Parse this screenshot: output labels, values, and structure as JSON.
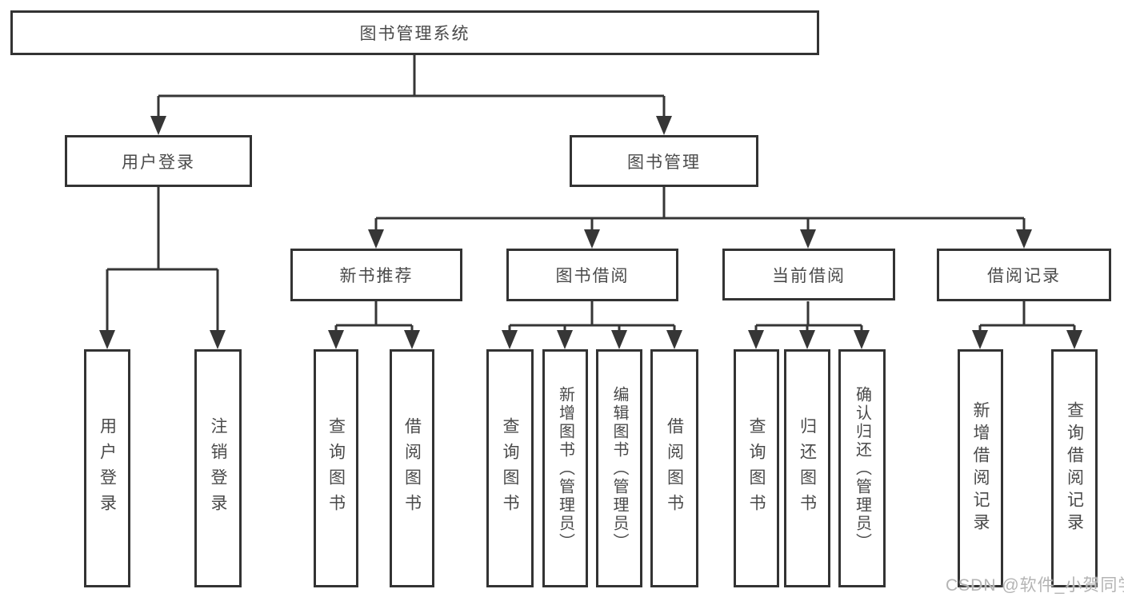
{
  "tree": {
    "label": "图书管理系统",
    "children": [
      {
        "label": "用户登录",
        "children": [
          {
            "label": "用户登录"
          },
          {
            "label": "注销登录"
          }
        ]
      },
      {
        "label": "图书管理",
        "children": [
          {
            "label": "新书推荐",
            "children": [
              {
                "label": "查询图书"
              },
              {
                "label": "借阅图书"
              }
            ]
          },
          {
            "label": "图书借阅",
            "children": [
              {
                "label": "查询图书"
              },
              {
                "label": "新增图书（管理员）"
              },
              {
                "label": "编辑图书（管理员）"
              },
              {
                "label": "借阅图书"
              }
            ]
          },
          {
            "label": "当前借阅",
            "children": [
              {
                "label": "查询图书"
              },
              {
                "label": "归还图书"
              },
              {
                "label": "确认归还（管理员）"
              }
            ]
          },
          {
            "label": "借阅记录",
            "children": [
              {
                "label": "新增借阅记录"
              },
              {
                "label": "查询借阅记录"
              }
            ]
          }
        ]
      }
    ]
  },
  "watermark": {
    "text": "CSDN @软件_小贺同学"
  },
  "colors": {
    "line": "#363636",
    "box_border": "#333333",
    "text": "#4a4a4a",
    "background": "#ffffff",
    "watermark": "#b4b4b4"
  }
}
